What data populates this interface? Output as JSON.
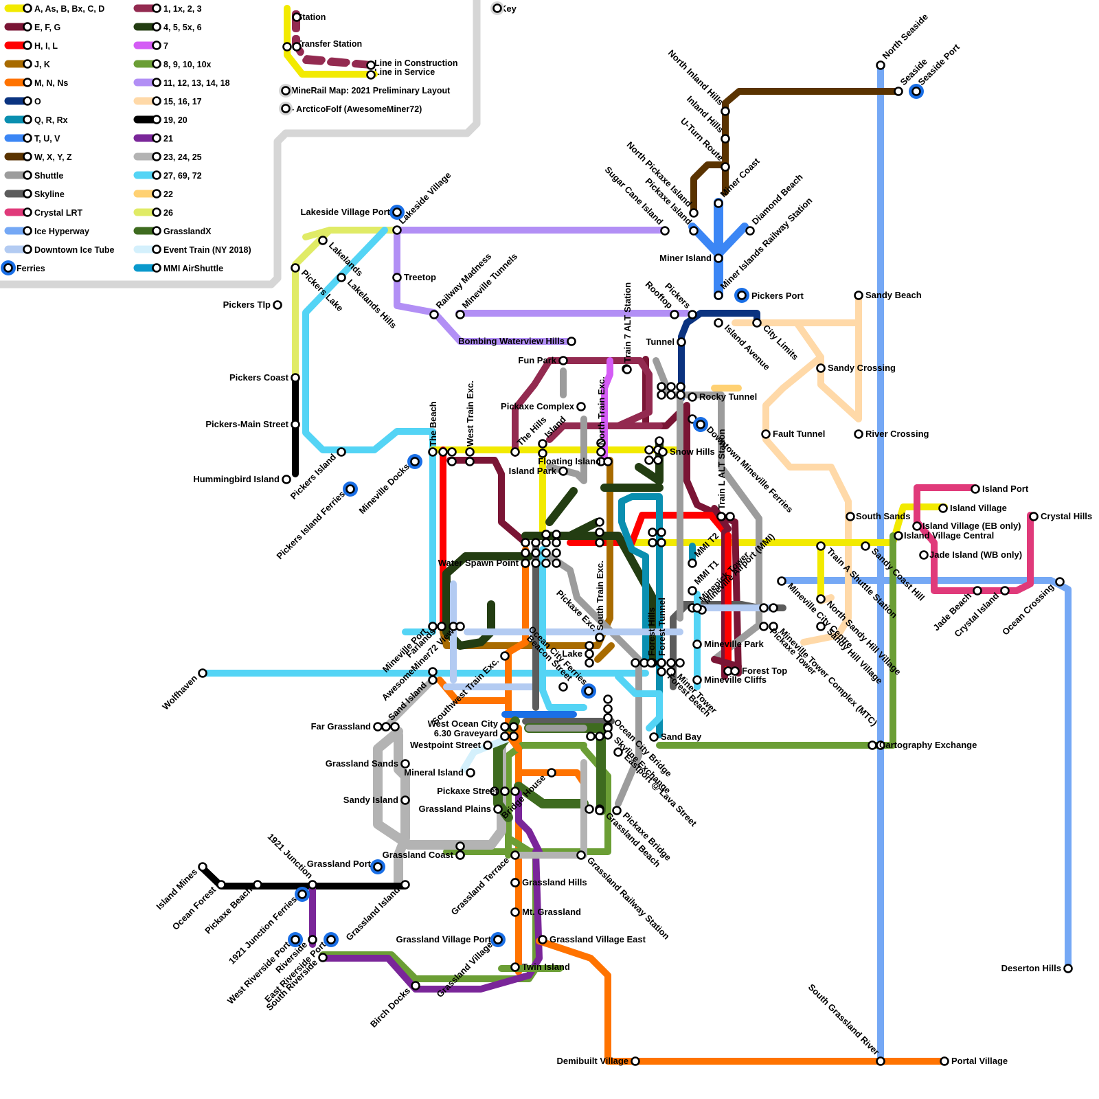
{
  "legend": {
    "lines": [
      {
        "label": "A, As, B, Bx, C, D",
        "color": "#f2ea00"
      },
      {
        "label": "E, F, G",
        "color": "#7a1535"
      },
      {
        "label": "H, I, L",
        "color": "#ff0000"
      },
      {
        "label": "J, K",
        "color": "#a86b00"
      },
      {
        "label": "M, N, Ns",
        "color": "#ff7300"
      },
      {
        "label": "O",
        "color": "#0b3380"
      },
      {
        "label": "Q, R, Rx",
        "color": "#0a8fb0"
      },
      {
        "label": "T, U, V",
        "color": "#3b86f5"
      },
      {
        "label": "W, X, Y, Z",
        "color": "#5a3300"
      },
      {
        "label": "Shuttle",
        "color": "#9c9c9c"
      },
      {
        "label": "Skyline",
        "color": "#5c5c5c"
      },
      {
        "label": "Crystal LRT",
        "color": "#e03a7a"
      },
      {
        "label": "Ice Hyperway",
        "color": "#75a8f5"
      },
      {
        "label": "Downtown Ice Tube",
        "color": "#b3cbf2"
      },
      {
        "label": "Ferries",
        "color": "#1a6fe6"
      },
      {
        "label": "1, 1x, 2, 3",
        "color": "#932a50"
      },
      {
        "label": "4, 5, 5x, 6",
        "color": "#233d12"
      },
      {
        "label": "7",
        "color": "#d45cf5"
      },
      {
        "label": "8, 9, 10, 10x",
        "color": "#6b9e35"
      },
      {
        "label": "11, 12, 13, 14, 18",
        "color": "#b28ff5"
      },
      {
        "label": "15, 16, 17",
        "color": "#ffd9a8"
      },
      {
        "label": "19, 20",
        "color": "#000000"
      },
      {
        "label": "21",
        "color": "#7a2699"
      },
      {
        "label": "23, 24, 25",
        "color": "#b3b3b3"
      },
      {
        "label": "27, 69, 72",
        "color": "#54d4f5"
      },
      {
        "label": "22",
        "color": "#ffd173"
      },
      {
        "label": "26",
        "color": "#e0eb66"
      },
      {
        "label": "GrasslandX",
        "color": "#3e6b1f"
      },
      {
        "label": "Event Train (NY 2018)",
        "color": "#d4f0fc"
      },
      {
        "label": "MMI AirShuttle",
        "color": "#0a99cc"
      }
    ]
  },
  "key": {
    "title": "Key",
    "station": "Station",
    "transfer_station": "Transfer Station",
    "construction": "Line in Construction",
    "service": "Line in Service",
    "map_title": "MineRail Map: 2021 Preliminary Layout",
    "author": "- ArcticoFolf (AwesomeMiner72)"
  },
  "stations": [
    {
      "name": "North Inland Hills"
    },
    {
      "name": "Inland Hills"
    },
    {
      "name": "U-Turn Route"
    },
    {
      "name": "North Pickaxe Island"
    },
    {
      "name": "Pickaxe Island"
    },
    {
      "name": "Sugar Cane Island"
    },
    {
      "name": "Miner Coast"
    },
    {
      "name": "Diamond Beach"
    },
    {
      "name": "Miner Islands Railway Station"
    },
    {
      "name": "Miner Island"
    },
    {
      "name": "Pickers Port"
    },
    {
      "name": "North Seaside"
    },
    {
      "name": "Seaside"
    },
    {
      "name": "Seaside Port"
    },
    {
      "name": "Lakeside Village Port"
    },
    {
      "name": "Lakeside Village"
    },
    {
      "name": "Lakelands"
    },
    {
      "name": "Lakelands Hills"
    },
    {
      "name": "Pickers Lake"
    },
    {
      "name": "Pickers Tlp"
    },
    {
      "name": "Treetop"
    },
    {
      "name": "Railway Madness"
    },
    {
      "name": "Mineville Tunnels"
    },
    {
      "name": "Bombing Waterview Hills"
    },
    {
      "name": "Train 7 ALT Station"
    },
    {
      "name": "Rooftop"
    },
    {
      "name": "Pickers"
    },
    {
      "name": "Island Avenue"
    },
    {
      "name": "City Limits"
    },
    {
      "name": "Sandy Beach"
    },
    {
      "name": "Tunnel"
    },
    {
      "name": "Sandy Crossing"
    },
    {
      "name": "Fun Park"
    },
    {
      "name": "Pickers Coast"
    },
    {
      "name": "Pickers-Main Street"
    },
    {
      "name": "Hummingbird Island"
    },
    {
      "name": "Pickers Island"
    },
    {
      "name": "Pickers Island Ferries"
    },
    {
      "name": "Mineville Docks"
    },
    {
      "name": "The Beach"
    },
    {
      "name": "West Train Exc."
    },
    {
      "name": "The Hills"
    },
    {
      "name": "Island"
    },
    {
      "name": "Pickaxe Complex"
    },
    {
      "name": "North Train Exc."
    },
    {
      "name": "Floating Island"
    },
    {
      "name": "Island Park"
    },
    {
      "name": "Rocky Tunnel"
    },
    {
      "name": "Downtown Mineville Ferries"
    },
    {
      "name": "Fault Tunnel"
    },
    {
      "name": "River Crossing"
    },
    {
      "name": "Snow Hills"
    },
    {
      "name": "Train L ALT Station"
    },
    {
      "name": "Island Port"
    },
    {
      "name": "Island Village"
    },
    {
      "name": "Island Village (EB only)"
    },
    {
      "name": "Island Village Central"
    },
    {
      "name": "Crystal Hills"
    },
    {
      "name": "South Sands"
    },
    {
      "name": "Jade Island (WB only)"
    },
    {
      "name": "Water Spawn Point"
    },
    {
      "name": "MMI T2"
    },
    {
      "name": "MMI T1"
    },
    {
      "name": "Mineville Airport (MMI)"
    },
    {
      "name": "Train A Shuttle Station"
    },
    {
      "name": "Sandy Coast Hill"
    },
    {
      "name": "Jade Beach"
    },
    {
      "name": "Crystal Island"
    },
    {
      "name": "Ocean Crossing"
    },
    {
      "name": "Forest Hills"
    },
    {
      "name": "Forest Tunnel"
    },
    {
      "name": "South Train Exc."
    },
    {
      "name": "Pickaxe Exc."
    },
    {
      "name": "Minepick Tower"
    },
    {
      "name": "Mineville Park"
    },
    {
      "name": "Mineville City Centre"
    },
    {
      "name": "North Sandy Hill Village"
    },
    {
      "name": "Sandy Hill Village"
    },
    {
      "name": "Pickaxe Tower"
    },
    {
      "name": "Mineville Tower Complex (MTC)"
    },
    {
      "name": "Mineville Port"
    },
    {
      "name": "Farlands"
    },
    {
      "name": "AwesomeMiner72 View"
    },
    {
      "name": "Ocean City Ferries"
    },
    {
      "name": "Lake"
    },
    {
      "name": "Forest Top"
    },
    {
      "name": "Mineville Cliffs"
    },
    {
      "name": "Forest Beach"
    },
    {
      "name": "Miner Tower"
    },
    {
      "name": "Wolfhaven"
    },
    {
      "name": "Sand Island"
    },
    {
      "name": "Southwest Train Exc."
    },
    {
      "name": "Beacon Street"
    },
    {
      "name": "Ocean City Bridge"
    },
    {
      "name": "Skyline Exchange"
    },
    {
      "name": "Eastport @ Lava Street"
    },
    {
      "name": "Sand Bay"
    },
    {
      "name": "Far Grassland"
    },
    {
      "name": "West Ocean City"
    },
    {
      "name": "6.30 Graveyard"
    },
    {
      "name": "Westpoint Street"
    },
    {
      "name": "Cartography Exchange"
    },
    {
      "name": "Grassland Sands"
    },
    {
      "name": "Mineral Island"
    },
    {
      "name": "Pickaxe Street"
    },
    {
      "name": "Grassland Plains"
    },
    {
      "name": "Bridge House"
    },
    {
      "name": "Sandy Island"
    },
    {
      "name": "Pickaxe Bridge"
    },
    {
      "name": "Grassland Beach"
    },
    {
      "name": "Grassland Coast"
    },
    {
      "name": "Grassland Port"
    },
    {
      "name": "Grassland Terrace"
    },
    {
      "name": "Grassland Railway Station"
    },
    {
      "name": "Grassland Hills"
    },
    {
      "name": "1921 Junction"
    },
    {
      "name": "Island Mines"
    },
    {
      "name": "Ocean Forest"
    },
    {
      "name": "Pickaxe Beach"
    },
    {
      "name": "1921 Junction Ferries"
    },
    {
      "name": "Grassland Island"
    },
    {
      "name": "Mt. Grassland"
    },
    {
      "name": "West Riverside Port"
    },
    {
      "name": "Riverside"
    },
    {
      "name": "East Riverside Port"
    },
    {
      "name": "South Riverside"
    },
    {
      "name": "Grassland Village Port"
    },
    {
      "name": "Grassland Village East"
    },
    {
      "name": "Grassland Village"
    },
    {
      "name": "Twin Island"
    },
    {
      "name": "Birch Docks"
    },
    {
      "name": "Deserton Hills"
    },
    {
      "name": "South Grassland River"
    },
    {
      "name": "Demibuilt Village"
    },
    {
      "name": "Portal Village"
    }
  ]
}
